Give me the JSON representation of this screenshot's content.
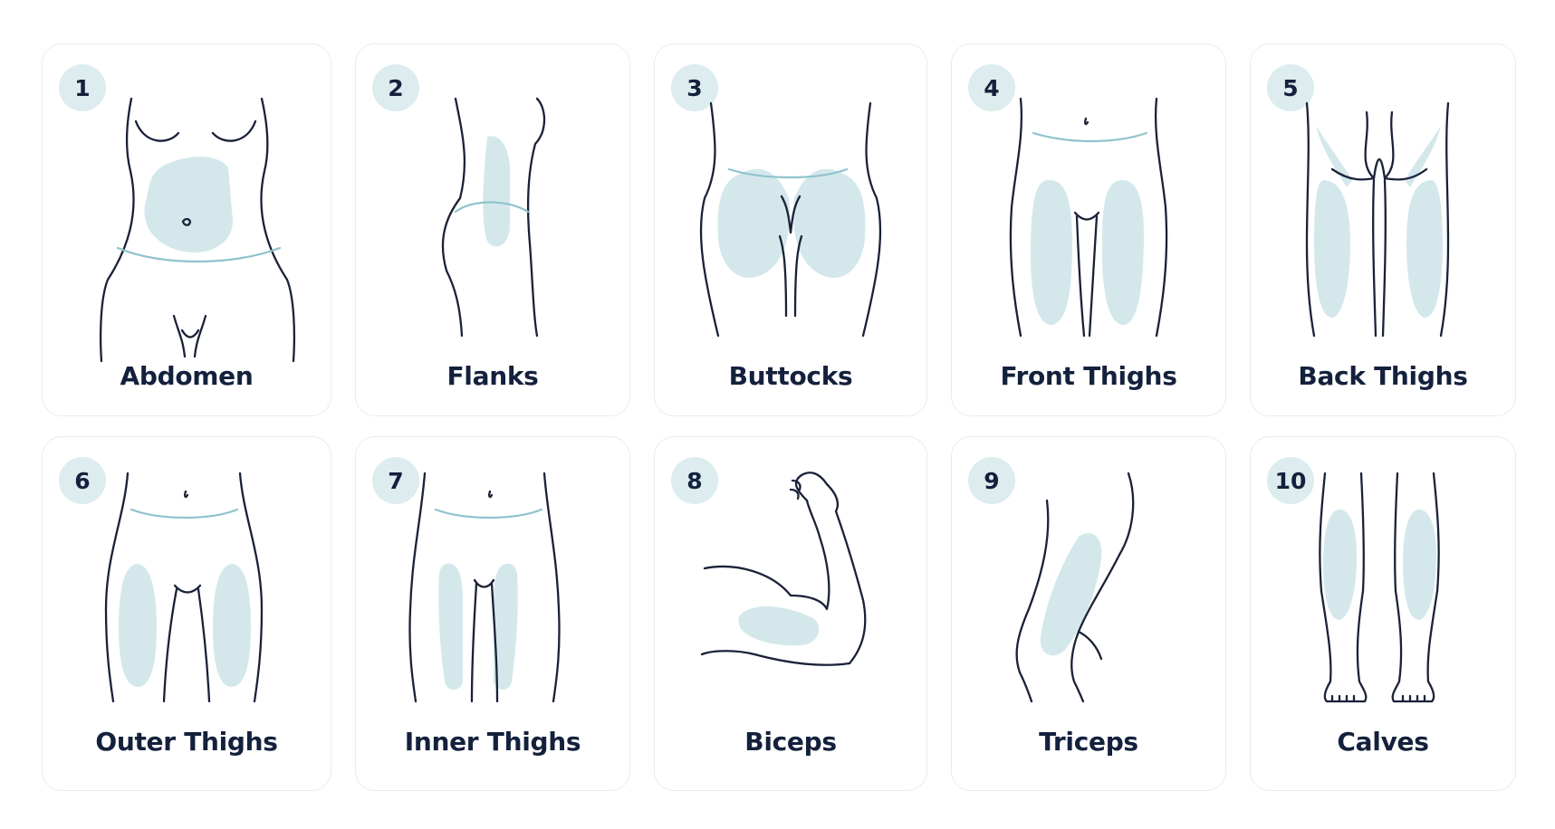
{
  "cards": [
    {
      "number": "1",
      "label": "Abdomen"
    },
    {
      "number": "2",
      "label": "Flanks"
    },
    {
      "number": "3",
      "label": "Buttocks"
    },
    {
      "number": "4",
      "label": "Front Thighs"
    },
    {
      "number": "5",
      "label": "Back Thighs"
    },
    {
      "number": "6",
      "label": "Outer Thighs"
    },
    {
      "number": "7",
      "label": "Inner Thighs"
    },
    {
      "number": "8",
      "label": "Biceps"
    },
    {
      "number": "9",
      "label": "Triceps"
    },
    {
      "number": "10",
      "label": "Calves"
    }
  ],
  "colors": {
    "zone": "#cfe5ea",
    "badge": "#dcecef",
    "text": "#14213d",
    "outline": "#1a2238"
  }
}
